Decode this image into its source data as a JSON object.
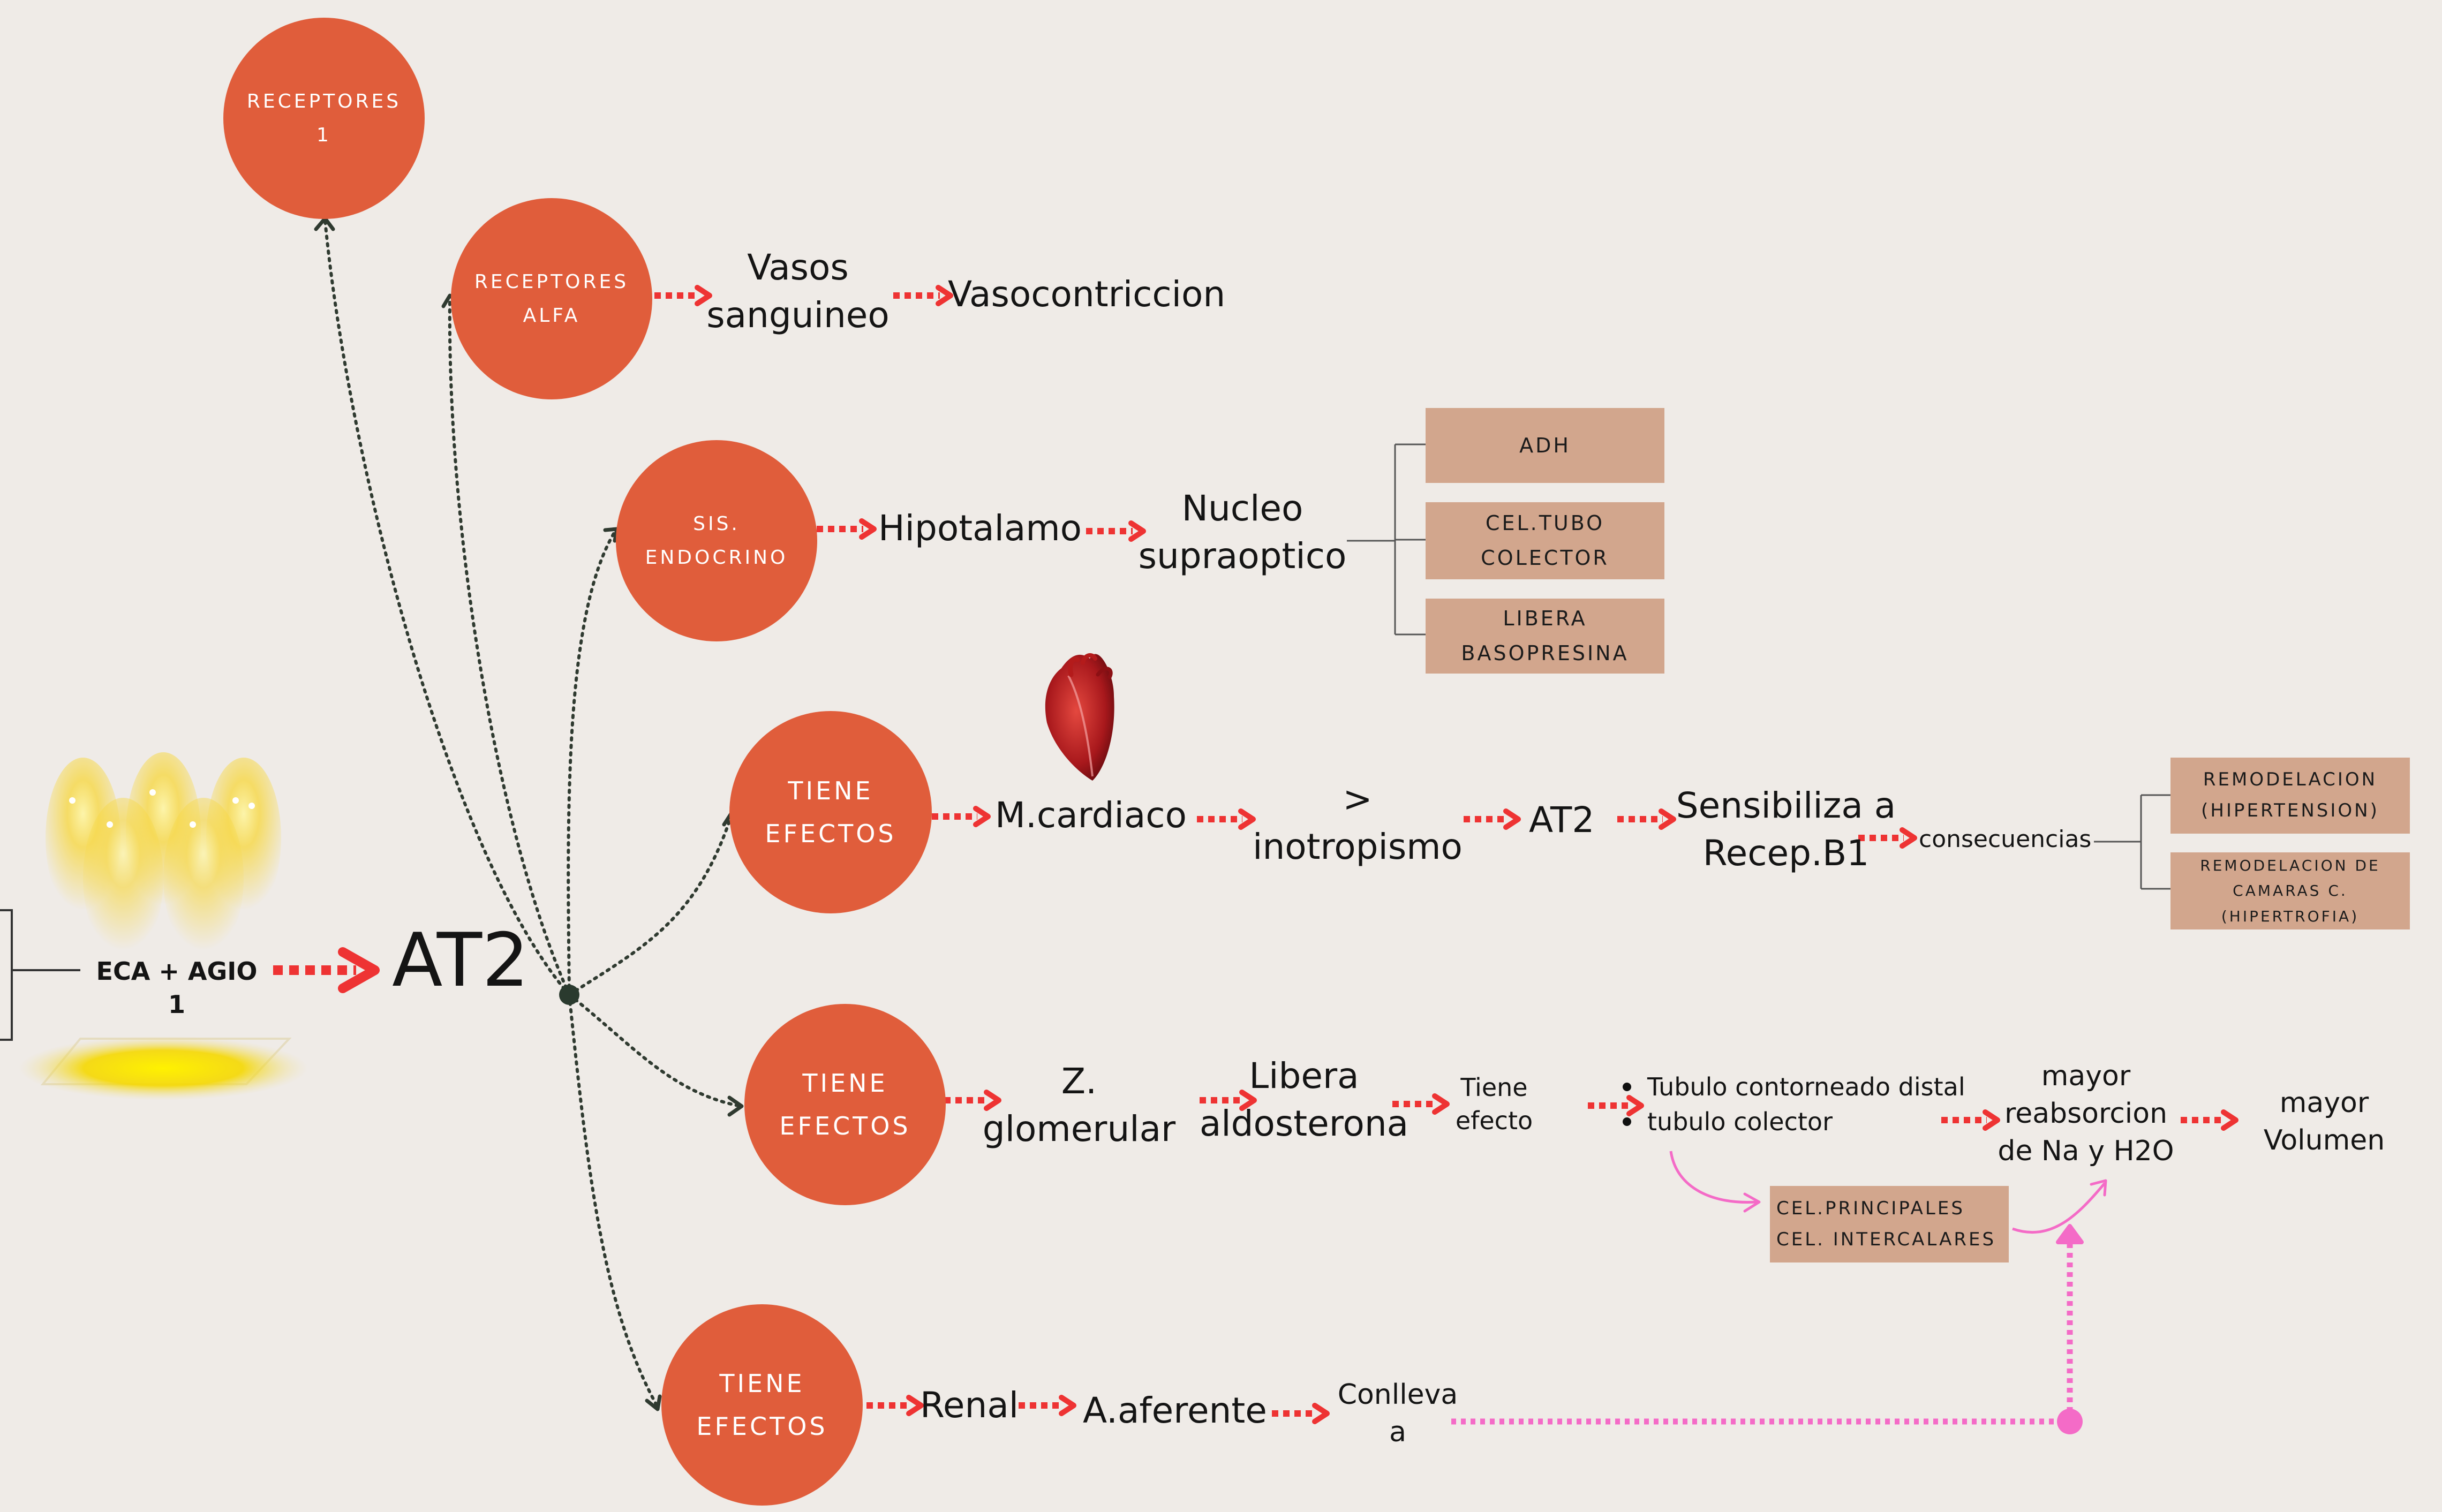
{
  "center": {
    "label": "AT2"
  },
  "source": {
    "label": "ECA + AGIO 1"
  },
  "nodes": {
    "receptores1": "RECEPTORES\n1",
    "receptores_alfa": "RECEPTORES\nALFA",
    "sis_endocrino": "SIS.\nENDOCRINO",
    "tiene_efectos_1": "TIENE\nEFECTOS",
    "tiene_efectos_2": "TIENE\nEFECTOS",
    "tiene_efectos_3": "TIENE\nEFECTOS"
  },
  "branch_alfa": {
    "vasos": "Vasos\nsanguineo",
    "vasocontriccion": "Vasocontriccion"
  },
  "branch_endocrino": {
    "hipotalamo": "Hipotalamo",
    "nucleo": "Nucleo\nsupraoptico",
    "boxes": [
      "ADH",
      "CEL.TUBO\nCOLECTOR",
      "LIBERA\nBASOPRESINA"
    ]
  },
  "branch_cardiaco": {
    "m_cardiaco": "M.cardiaco",
    "inotropismo": ">\ninotropismo",
    "at2": "AT2",
    "sensibiliza": "Sensibiliza a\nRecep.B1",
    "consecuencias": "consecuencias",
    "boxes": [
      "REMODELACION\n(HIPERTENSION)",
      "REMODELACION DE\nCAMARAS C.\n(HIPERTROFIA)"
    ],
    "heart_icon": "heart-icon"
  },
  "branch_glomerular": {
    "z_glomerular": "Z.\nglomerular",
    "libera_aldosterona": "Libera\naldosterona",
    "tiene_efecto": "Tiene\nefecto",
    "bullets": [
      "Tubulo contorneado distal",
      "tubulo colector"
    ],
    "celulas": "CEL.PRINCIPALES\nCEL. INTERCALARES",
    "reabsorcion": "mayor\nreabsorcion\nde Na y H2O",
    "volumen": "mayor\nVolumen"
  },
  "branch_renal": {
    "renal": "Renal",
    "aferente": "A.aferente",
    "conlleva": "Conlleva\na"
  },
  "colors": {
    "background": "#efebe7",
    "node": "#e05d3b",
    "box": "#d2a68d",
    "red_arrow": "#ee3333",
    "pink_arrow": "#f46bc7",
    "dark_connector": "#2f3a30"
  },
  "decor": {
    "spotlight_icon": "stage-lights-icon"
  }
}
